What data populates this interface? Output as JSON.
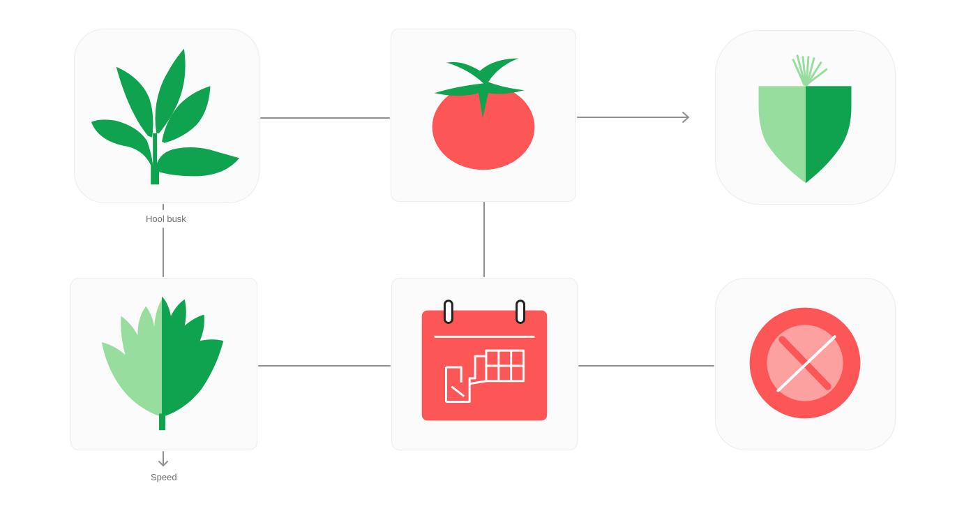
{
  "labels": {
    "top_left": "Hool busk",
    "bottom_left": "Speed"
  },
  "nodes": [
    {
      "id": "plant",
      "icon": "plant-sprig-icon"
    },
    {
      "id": "tomato",
      "icon": "tomato-icon"
    },
    {
      "id": "shield",
      "icon": "half-green-shield-icon"
    },
    {
      "id": "leaf_split",
      "icon": "split-leaf-icon"
    },
    {
      "id": "calendar",
      "icon": "calendar-floorplan-icon"
    },
    {
      "id": "no_symbol",
      "icon": "prohibited-icon"
    }
  ],
  "colors": {
    "green_dark": "#0fa24f",
    "green_light": "#97dd9e",
    "red": "#fc5657",
    "red_light": "#fda0a0",
    "connector": "#8f8f8f",
    "card_bg": "#fbfbfb",
    "label": "#6f6f6f"
  }
}
